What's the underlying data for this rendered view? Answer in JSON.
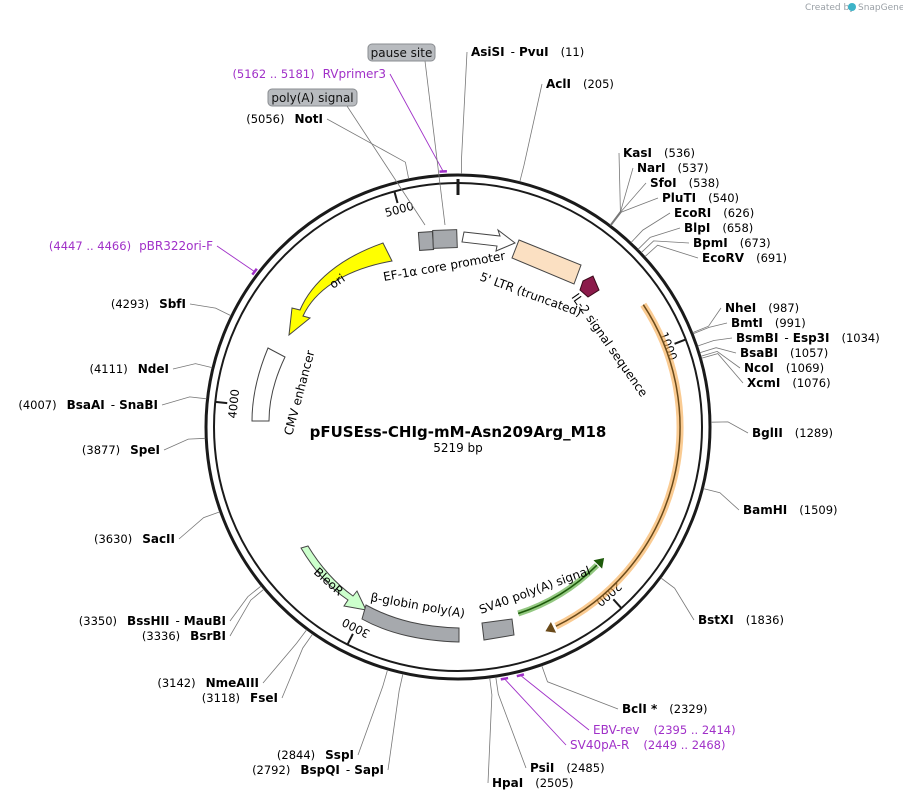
{
  "watermark": {
    "prefix": "Created by",
    "brand": "SnapGene"
  },
  "plasmid": {
    "name": "pFUSEss-CHIg-mM-Asn209Arg_M18",
    "size": "5219 bp"
  },
  "ticks": [
    {
      "label": "1000",
      "bp": 1000
    },
    {
      "label": "2000",
      "bp": 2000
    },
    {
      "label": "3000",
      "bp": 3000
    },
    {
      "label": "4000",
      "bp": 4000
    },
    {
      "label": "5000",
      "bp": 5000
    }
  ],
  "sites_right": [
    {
      "enzyme": "AsiSI",
      "enzyme2": "PvuI",
      "position": "(11)",
      "bp": 11
    },
    {
      "enzyme": "AclI",
      "position": "(205)",
      "bp": 205
    },
    {
      "enzyme": "KasI",
      "position": "(536)",
      "bp": 536
    },
    {
      "enzyme": "NarI",
      "position": "(537)",
      "bp": 537
    },
    {
      "enzyme": "SfoI",
      "position": "(538)",
      "bp": 538
    },
    {
      "enzyme": "PluTI",
      "position": "(540)",
      "bp": 540
    },
    {
      "enzyme": "EcoRI",
      "position": "(626)",
      "bp": 626
    },
    {
      "enzyme": "BlpI",
      "position": "(658)",
      "bp": 658
    },
    {
      "enzyme": "BpmI",
      "position": "(673)",
      "bp": 673
    },
    {
      "enzyme": "EcoRV",
      "position": "(691)",
      "bp": 691
    },
    {
      "enzyme": "NheI",
      "position": "(987)",
      "bp": 987
    },
    {
      "enzyme": "BmtI",
      "position": "(991)",
      "bp": 991
    },
    {
      "enzyme": "BsmBI",
      "enzyme2": "Esp3I",
      "position": "(1034)",
      "bp": 1034
    },
    {
      "enzyme": "BsaBI",
      "position": "(1057)",
      "bp": 1057
    },
    {
      "enzyme": "NcoI",
      "position": "(1069)",
      "bp": 1069
    },
    {
      "enzyme": "XcmI",
      "position": "(1076)",
      "bp": 1076
    },
    {
      "enzyme": "BglII",
      "position": "(1289)",
      "bp": 1289
    },
    {
      "enzyme": "BamHI",
      "position": "(1509)",
      "bp": 1509
    },
    {
      "enzyme": "BstXI",
      "position": "(1836)",
      "bp": 1836
    },
    {
      "enzyme": "BclI *",
      "position": "(2329)",
      "bp": 2329
    },
    {
      "enzyme": "PsiI",
      "position": "(2485)",
      "bp": 2485
    },
    {
      "enzyme": "HpaI",
      "position": "(2505)",
      "bp": 2505
    }
  ],
  "sites_left": [
    {
      "enzyme": "NotI",
      "position": "(5056)",
      "bp": 5056
    },
    {
      "enzyme": "SbfI",
      "position": "(4293)",
      "bp": 4293
    },
    {
      "enzyme": "NdeI",
      "position": "(4111)",
      "bp": 4111
    },
    {
      "enzyme": "BsaAI",
      "enzyme2": "SnaBI",
      "position": "(4007)",
      "bp": 4007
    },
    {
      "enzyme": "SpeI",
      "position": "(3877)",
      "bp": 3877
    },
    {
      "enzyme": "SacII",
      "position": "(3630)",
      "bp": 3630
    },
    {
      "enzyme": "BssHII",
      "enzyme2": "MauBI",
      "position": "(3350)",
      "bp": 3350
    },
    {
      "enzyme": "BsrBI",
      "position": "(3336)",
      "bp": 3336
    },
    {
      "enzyme": "NmeAIII",
      "position": "(3142)",
      "bp": 3142
    },
    {
      "enzyme": "FseI",
      "position": "(3118)",
      "bp": 3118
    },
    {
      "enzyme": "SspI",
      "position": "(2844)",
      "bp": 2844
    },
    {
      "enzyme": "BspQI",
      "enzyme2": "SapI",
      "position": "(2792)",
      "bp": 2792
    }
  ],
  "primers": [
    {
      "name": "RVprimer3",
      "range": "(5162 .. 5181)",
      "bp": 5171
    },
    {
      "name": "pBR322ori-F",
      "range": "(4447 .. 4466)",
      "bp": 4456
    },
    {
      "name": "EBV-rev",
      "range": "(2395 .. 2414)",
      "bp": 2405
    },
    {
      "name": "SV40pA-R",
      "range": "(2449 .. 2468)",
      "bp": 2458
    }
  ],
  "tags": [
    {
      "name": "pause site"
    },
    {
      "name": "poly(A) signal"
    }
  ],
  "features": [
    {
      "name": "EF-1α core promoter",
      "color": "#a6a9ad"
    },
    {
      "name": "5' LTR (truncated)",
      "color": "#ffffff"
    },
    {
      "name": "IL-2 signal sequence",
      "color": "#fbe0c2"
    },
    {
      "name": "ori",
      "color": "#ffff00"
    },
    {
      "name": "CMV enhancer",
      "color": "#ffffff"
    },
    {
      "name": "BleoR",
      "color": "#ccffcc"
    },
    {
      "name": "β-globin poly(A)",
      "color": "#a6a9ad"
    },
    {
      "name": "SV40 poly(A) signal",
      "color": "#a6a9ad"
    }
  ],
  "colors": {
    "backbone": "#1a1a1a",
    "primer": "#a030c8",
    "orange_arrow": "#f6a94a",
    "green_arrow": "#3a9a1a",
    "il2_marker": "#8b1a4a"
  }
}
